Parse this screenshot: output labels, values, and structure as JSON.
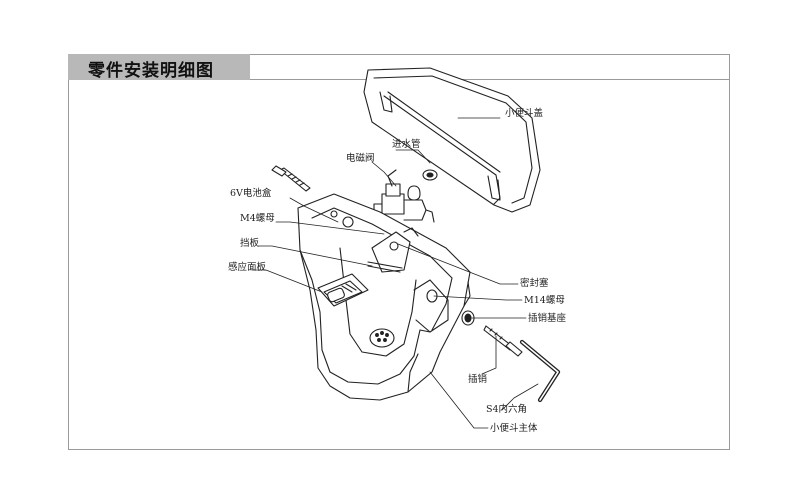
{
  "title": "零件安装明细图",
  "labels": {
    "urinal_cover": "小便斗盖",
    "inlet_pipe": "进水管",
    "solenoid_valve": "电磁阀",
    "battery_box": "6V电池盒",
    "m4_nut_top": "M4螺母",
    "baffle": "挡板",
    "sensor_panel": "感应面板",
    "seal_plug": "密封塞",
    "m14_nut": "M14螺母",
    "pin_base": "插销基座",
    "pin": "插销",
    "hex_key": "S4内六角",
    "urinal_body": "小便斗主体"
  }
}
